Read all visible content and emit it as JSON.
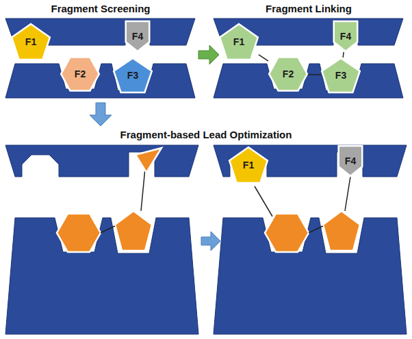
{
  "diagram": {
    "nodes": [
      {
        "text": [
          "F1"
        ]
      },
      {
        "text": [
          "F4"
        ]
      },
      {
        "text": [
          "F2"
        ]
      },
      {
        "text": [
          "F3"
        ]
      },
      {
        "text": [
          "F1"
        ]
      },
      {
        "text": [
          "F4"
        ]
      },
      {
        "text": [
          "F2"
        ]
      },
      {
        "text": [
          "F3"
        ]
      },
      {
        "text": [
          "F1"
        ]
      },
      {
        "text": [
          "F4"
        ]
      }
    ],
    "edges": [
      {
        "from": 4,
        "to": 6,
        "arrow": "none"
      },
      {
        "from": 6,
        "to": 7,
        "arrow": "none"
      },
      {
        "from": 7,
        "to": 5,
        "arrow": "none"
      }
    ],
    "labels": [
      "Fragment Screening",
      "Fragment Linking",
      "Fragment-based Lead Optimization"
    ]
  }
}
